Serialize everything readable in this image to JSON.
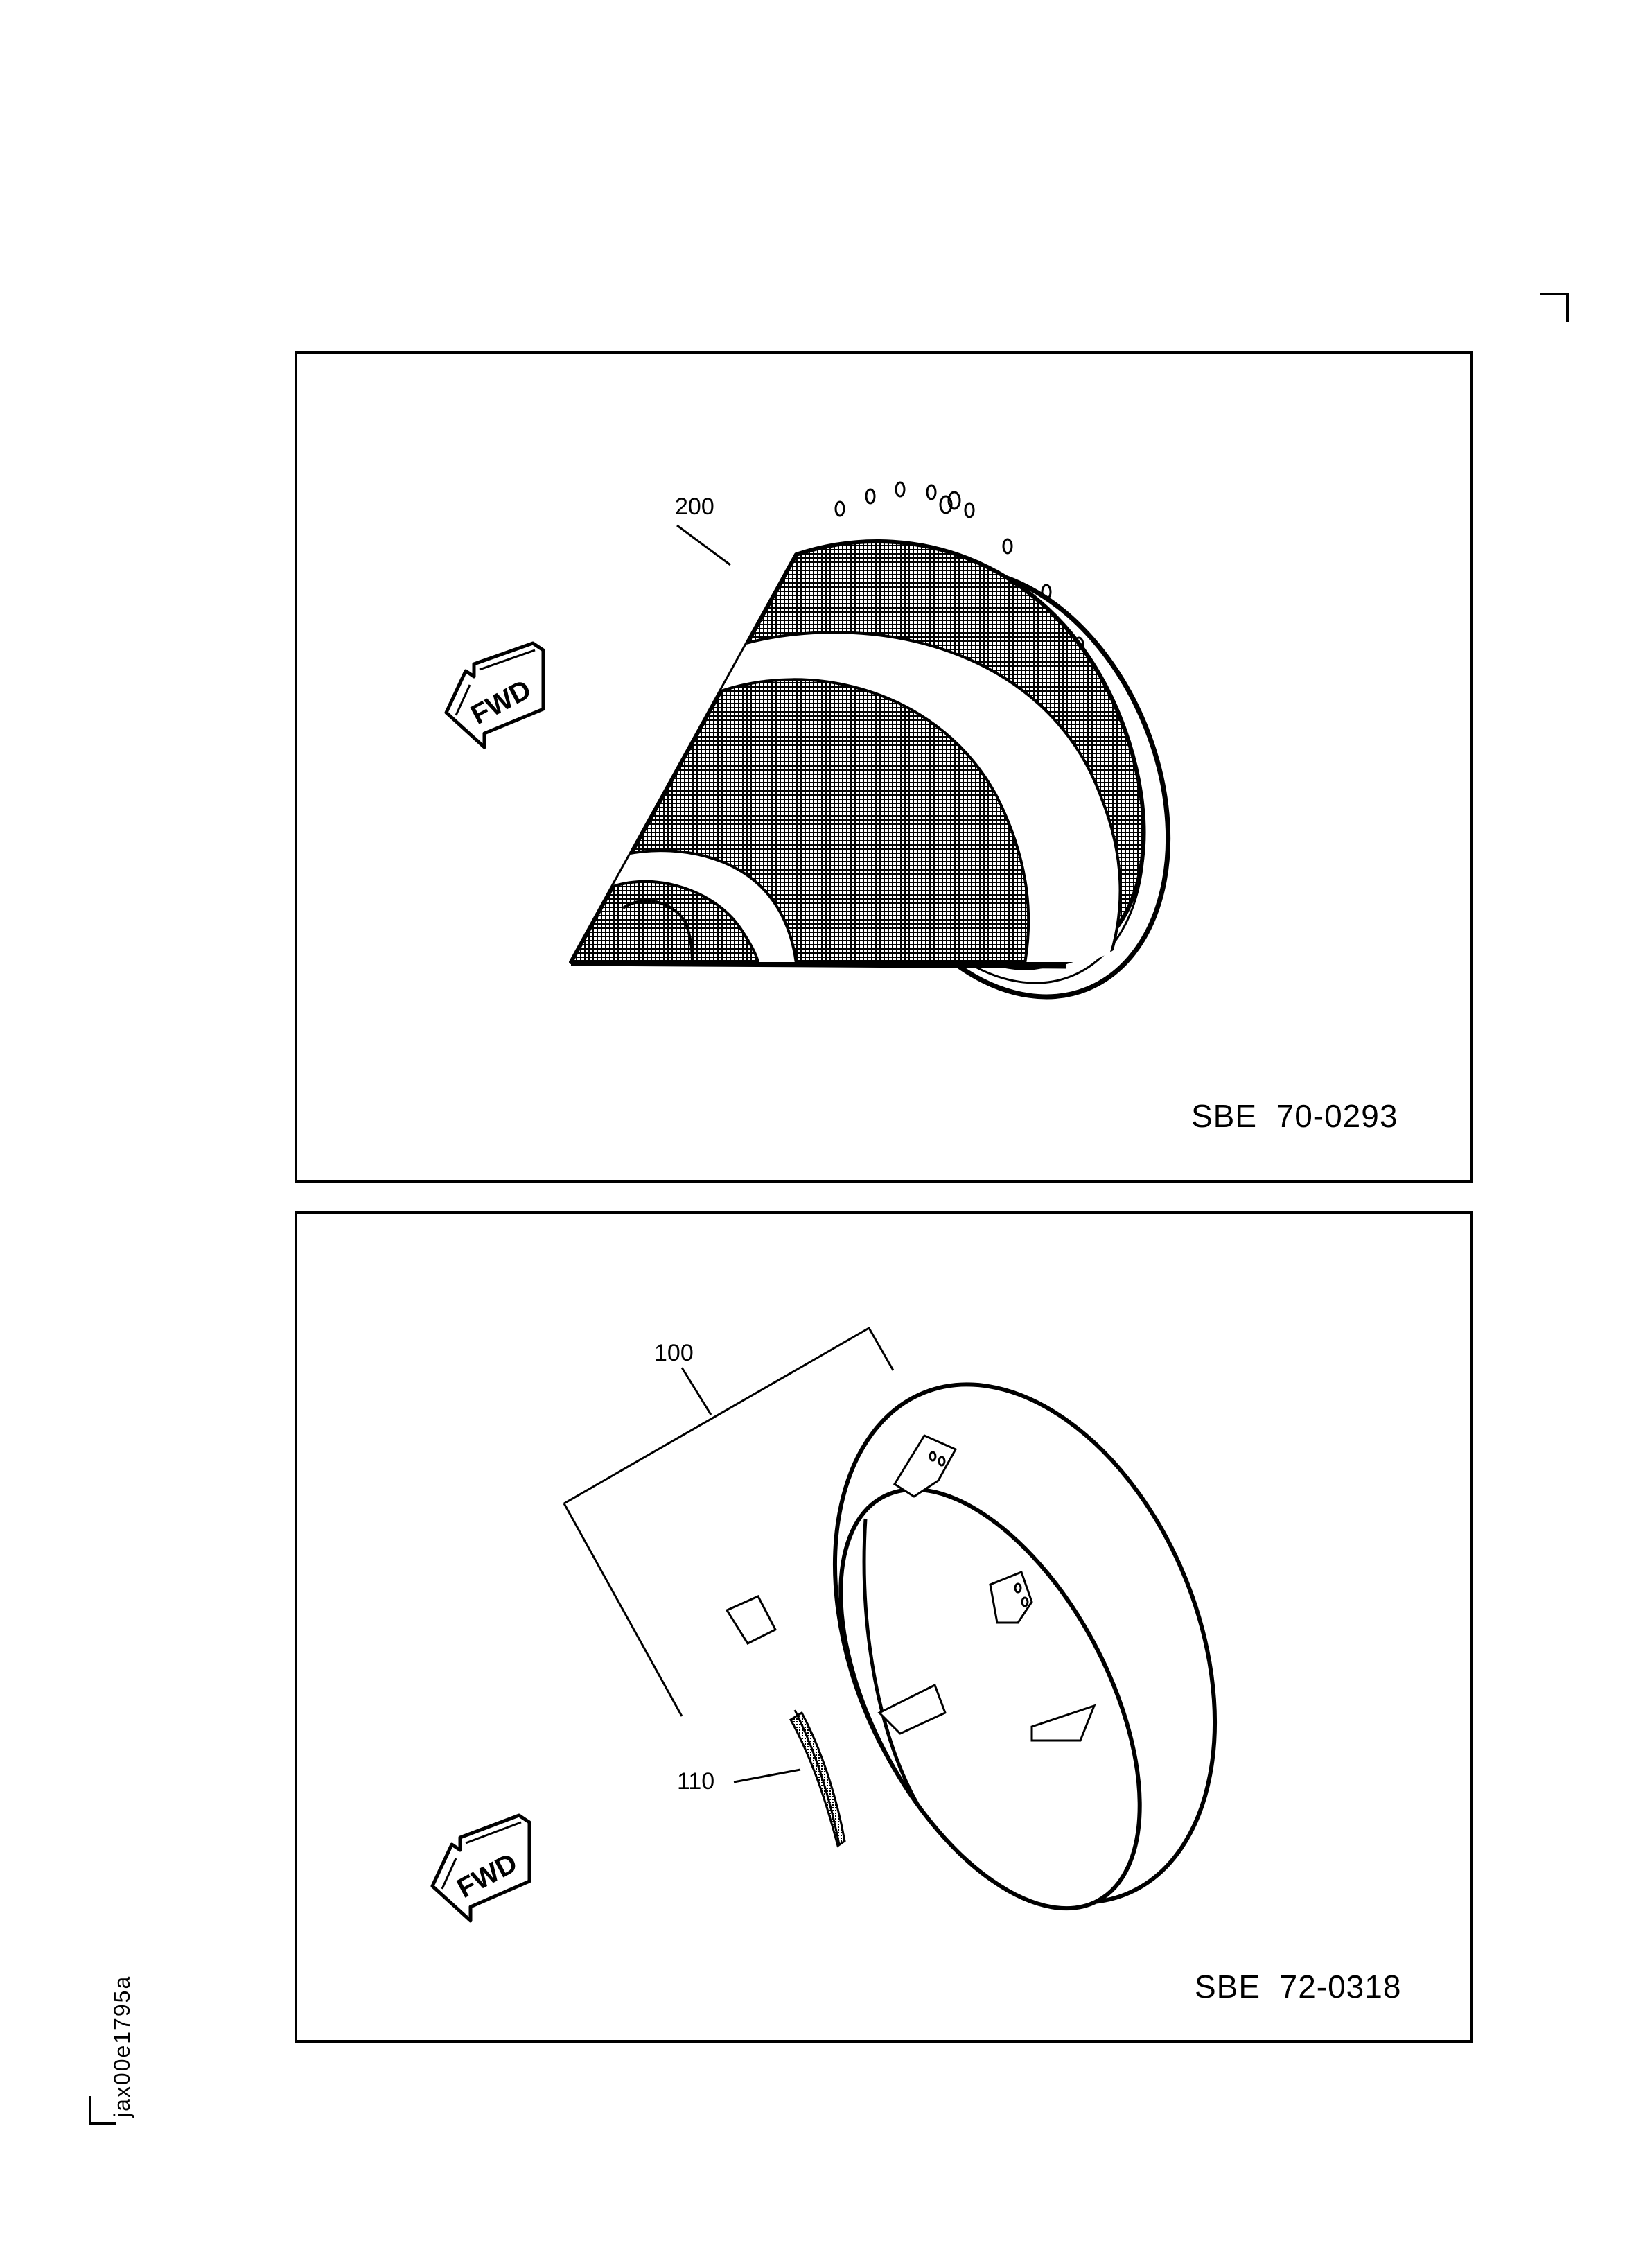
{
  "document": {
    "figure_id": "jax00e1795a",
    "colors": {
      "ink": "#000000",
      "paper": "#ffffff",
      "hatch": "#8c8c8c"
    }
  },
  "panels": [
    {
      "id": "top",
      "service_bulletin": "SBE  70-0293",
      "callouts": [
        {
          "label": "200",
          "target": "cone-assembly"
        }
      ],
      "direction_indicator": "FWD",
      "part_description": "hatched conical exhaust cone with bolt-hole flange"
    },
    {
      "id": "bottom",
      "service_bulletin": "SBE  72-0318",
      "callouts": [
        {
          "label": "100",
          "target": "ring-assembly"
        },
        {
          "label": "110",
          "target": "seal-strip"
        }
      ],
      "direction_indicator": "FWD",
      "part_description": "annular ring with mounting brackets and separate curved seal strip"
    }
  ]
}
